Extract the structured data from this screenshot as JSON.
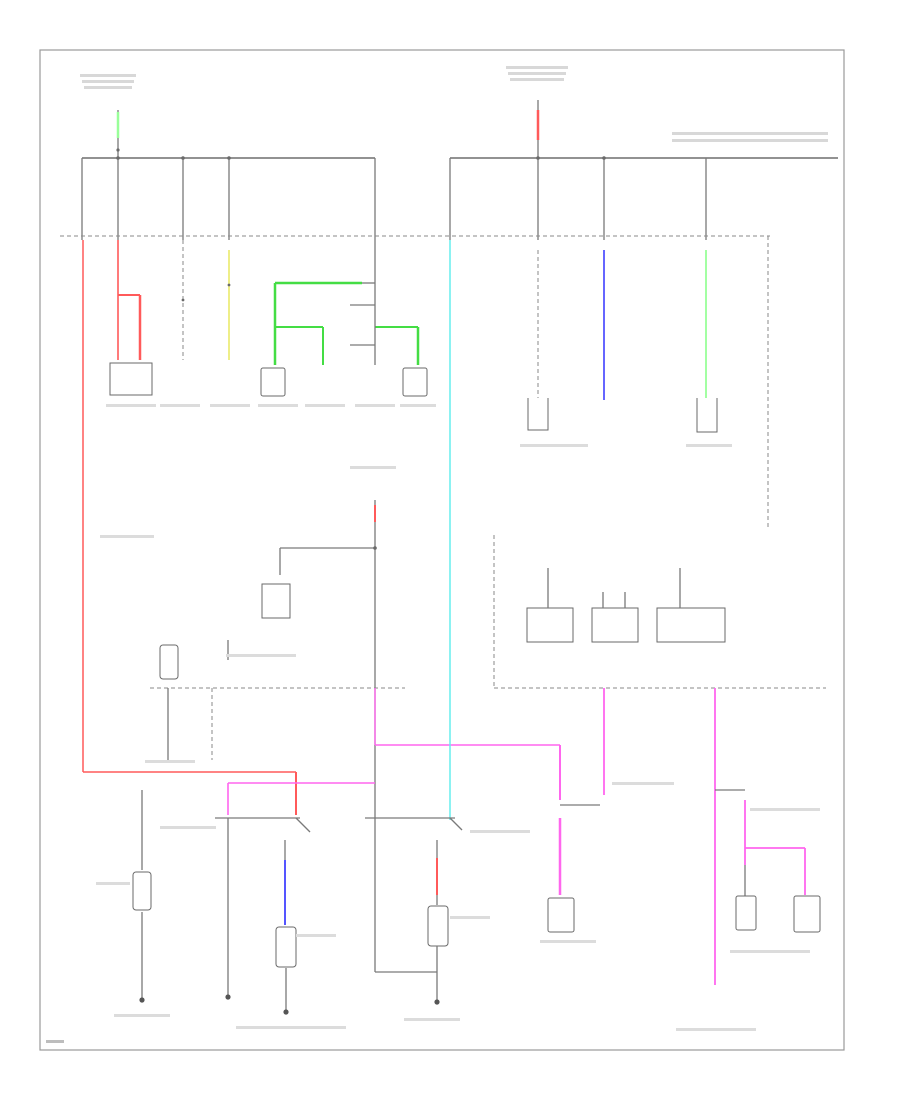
{
  "diagram": {
    "page_label": "",
    "colors": {
      "red": "#ff5a5a",
      "pink": "#ff66ee",
      "green": "#44dd44",
      "cyan": "#66eeee",
      "blue": "#5555ff",
      "yellow": "#eeee88",
      "light_green": "#99ff99",
      "wire": "#7a7a7a"
    },
    "wire_colors_used": [
      "red",
      "pink",
      "green",
      "cyan",
      "blue",
      "yellow",
      "light_green"
    ]
  }
}
